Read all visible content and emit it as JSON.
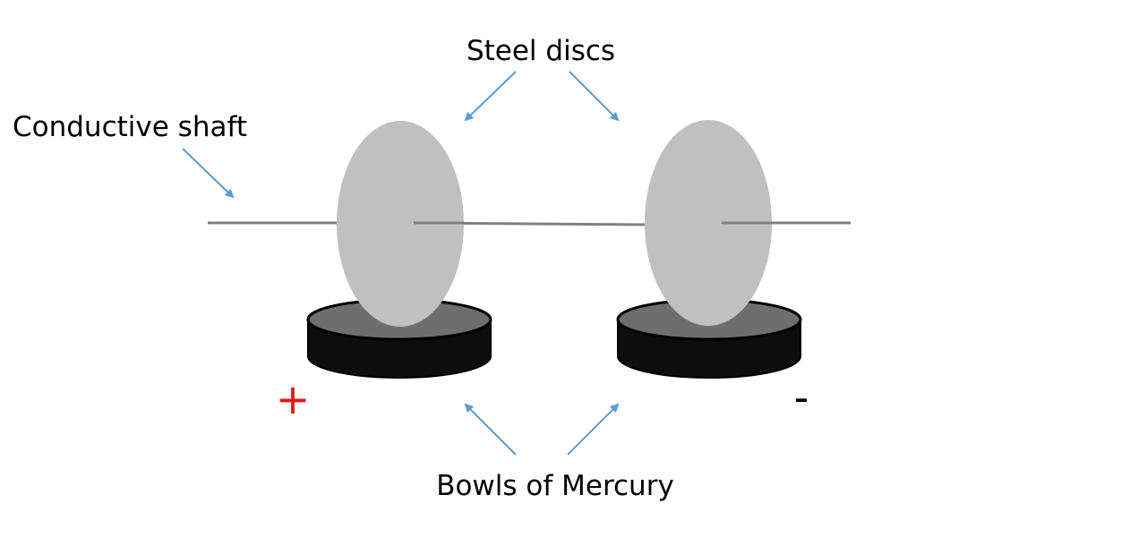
{
  "labels": {
    "steel_discs": "Steel discs",
    "conductive_shaft": "Conductive shaft",
    "bowls_of_mercury": "Bowls of Mercury",
    "positive_terminal": "+",
    "negative_terminal": "-"
  },
  "colors": {
    "arrow": "#5b9bd5",
    "shaft": "#808080",
    "disc": "#c0c0c0",
    "bowl_body": "#0d0d0d",
    "mercury_surface": "#6e6e6e",
    "positive": "#e8141b",
    "negative": "#000000"
  }
}
